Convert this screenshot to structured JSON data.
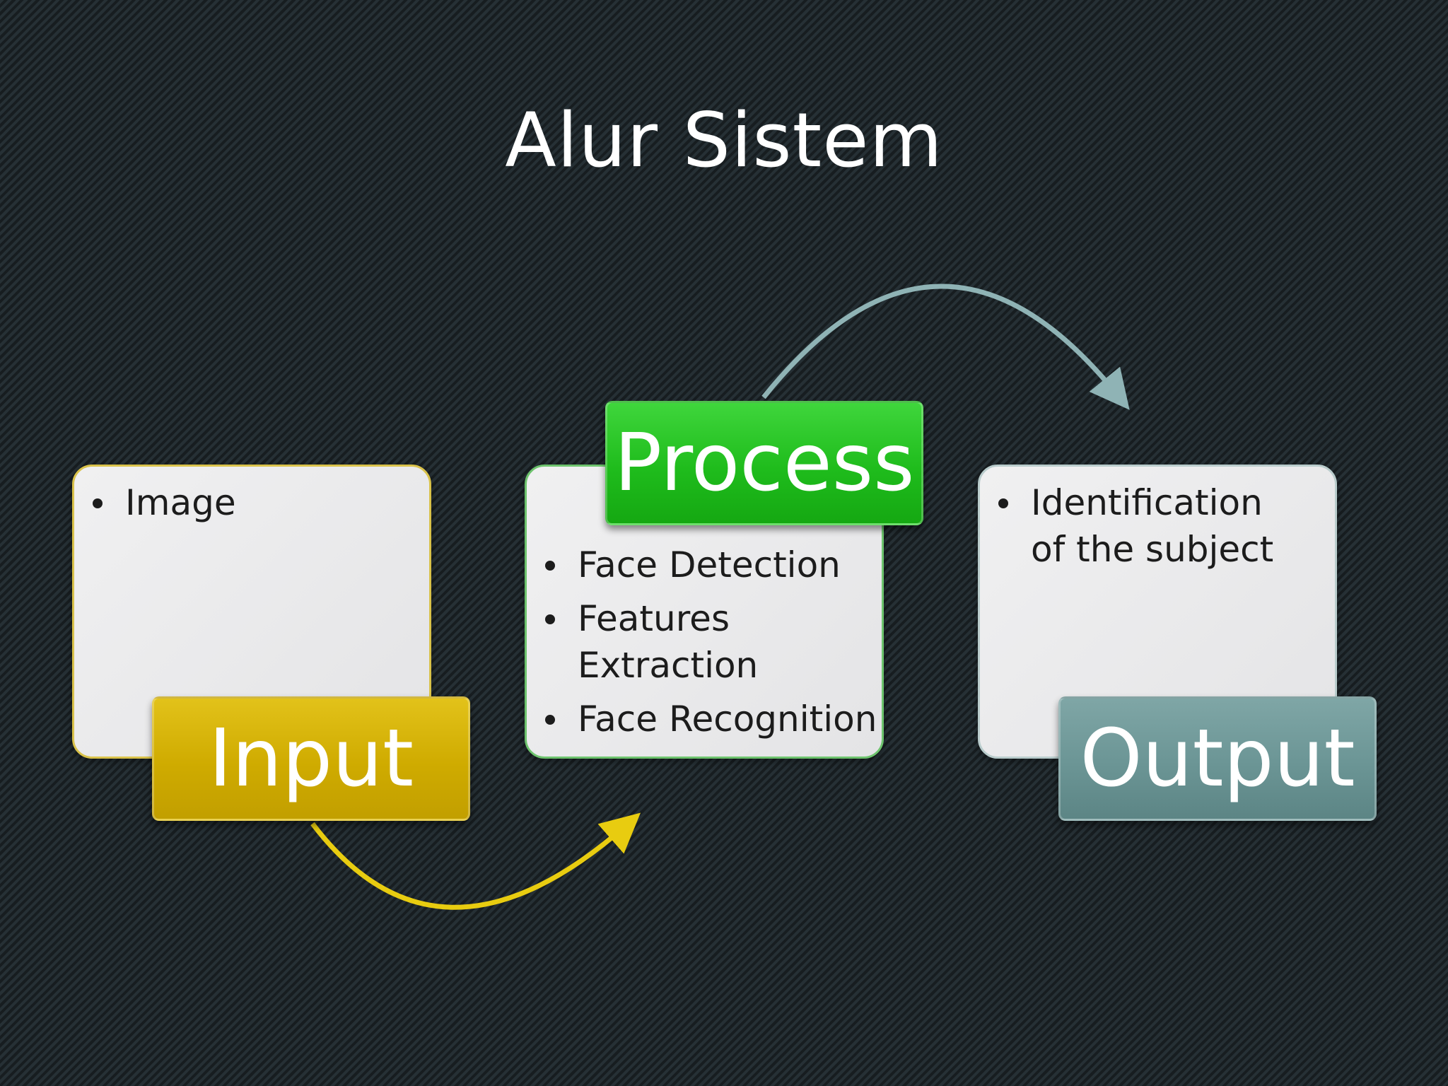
{
  "title": "Alur Sistem",
  "colors": {
    "input": "#cfab00",
    "process": "#1fbc1c",
    "output": "#6b9595",
    "arrow_input_to_process": "#e8cc10",
    "arrow_process_to_output": "#8fb3b5"
  },
  "steps": [
    {
      "label": "Input",
      "items": [
        "Image"
      ]
    },
    {
      "label": "Process",
      "items": [
        "Face Detection",
        "Features Extraction",
        "Face Recognition"
      ]
    },
    {
      "label": "Output",
      "items": [
        "Identification of the subject"
      ]
    }
  ]
}
